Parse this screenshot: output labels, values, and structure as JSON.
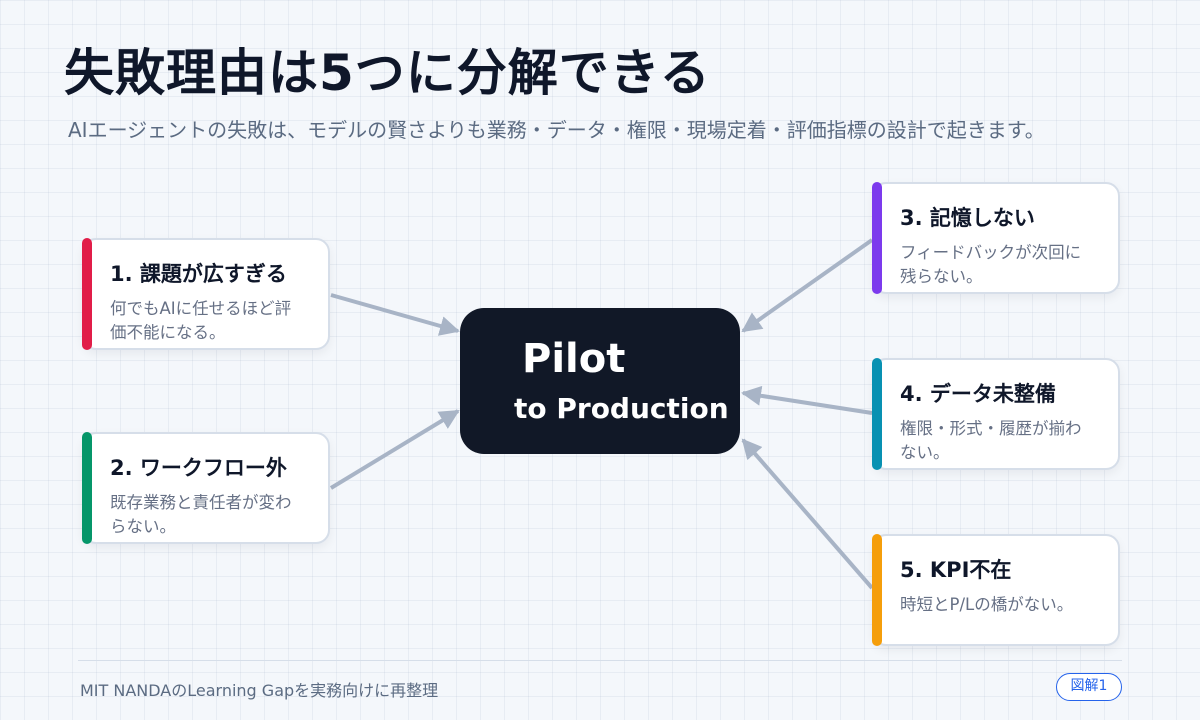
{
  "title": "失敗理由は5つに分解できる",
  "subtitle": "AIエージェントの失敗は、モデルの賢さよりも業務・データ・権限・現場定着・評価指標の設計で起きます。",
  "center": {
    "line1": "Pilot",
    "line2": "to Production"
  },
  "nodes": [
    {
      "title": "1. 課題が広すぎる",
      "desc": "何でもAIに任せるほど評価不能になる。",
      "accent": "#e11d48"
    },
    {
      "title": "2. ワークフロー外",
      "desc": "既存業務と責任者が変わらない。",
      "accent": "#059669"
    },
    {
      "title": "3. 記憶しない",
      "desc": "フィードバックが次回に残らない。",
      "accent": "#7c3aed"
    },
    {
      "title": "4. データ未整備",
      "desc": "権限・形式・履歴が揃わない。",
      "accent": "#0891b2"
    },
    {
      "title": "5. KPI不在",
      "desc": "時短とP/Lの橋がない。",
      "accent": "#f59e0b"
    }
  ],
  "footer": {
    "source": "MIT NANDAのLearning Gapを実務向けに再整理",
    "badge": "図解1"
  },
  "colors": {
    "background": "#f4f7fb",
    "center_fill": "#111827",
    "connector": "#a8b4c6",
    "badge": "#2563eb"
  }
}
